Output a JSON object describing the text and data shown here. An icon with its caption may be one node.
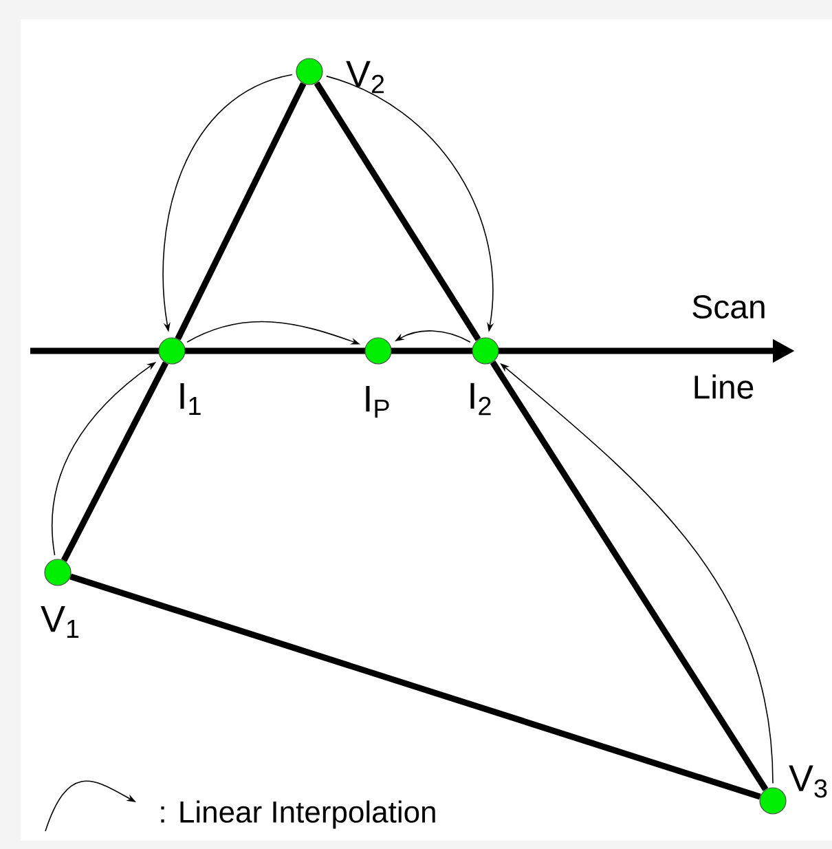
{
  "diagram": {
    "nodes": [
      {
        "text": [
          "V$_{2}$"
        ]
      },
      {
        "text": [
          "I$_{1}$"
        ]
      },
      {
        "text": [
          "I$_{P}$"
        ]
      },
      {
        "text": [
          "I$_{2}$"
        ]
      },
      {
        "text": [
          "V$_{1}$"
        ]
      },
      {
        "text": [
          "V$_{3}$"
        ]
      }
    ],
    "edges": [
      {
        "from": 0,
        "to": 1,
        "arrow": "none",
        "style": "thick"
      },
      {
        "from": 1,
        "to": 4,
        "arrow": "none",
        "style": "thick"
      },
      {
        "from": 0,
        "to": 3,
        "arrow": "none",
        "style": "thick"
      },
      {
        "from": 3,
        "to": 5,
        "arrow": "none",
        "style": "thick"
      },
      {
        "from": 4,
        "to": 5,
        "arrow": "none",
        "style": "thick"
      },
      {
        "from": 0,
        "to": 1,
        "arrow": "to"
      },
      {
        "from": 0,
        "to": 3,
        "arrow": "to"
      },
      {
        "from": 4,
        "to": 1,
        "arrow": "to"
      },
      {
        "from": 5,
        "to": 3,
        "arrow": "to"
      },
      {
        "from": 1,
        "to": 2,
        "arrow": "to"
      },
      {
        "from": 3,
        "to": 2,
        "arrow": "to"
      }
    ],
    "labels": [
      "Scan",
      "Line"
    ],
    "legend": [
      {
        "text": ": Linear Interpolation"
      }
    ]
  }
}
